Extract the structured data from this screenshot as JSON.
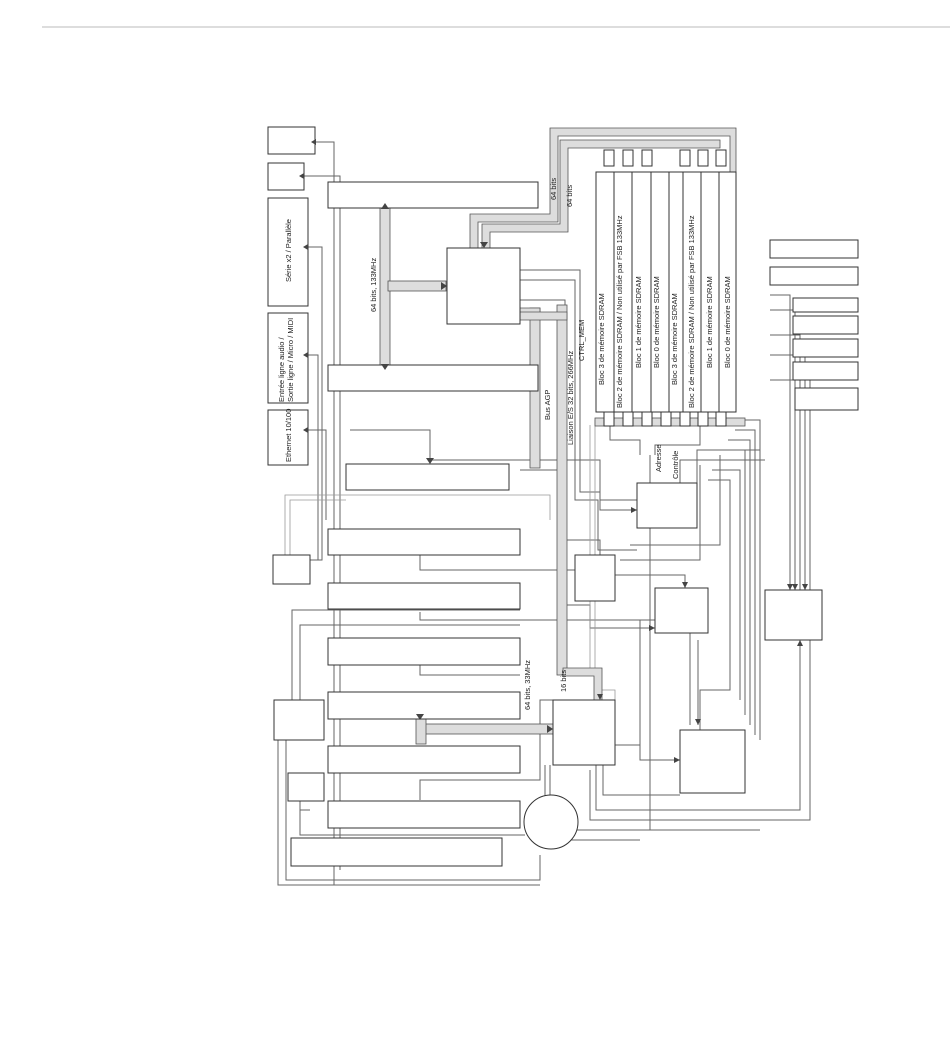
{
  "diagram": {
    "left_labels": {
      "serial_parallel": "Série x2 / Parallèle",
      "audio_line1": "Entrée ligne audio /",
      "audio_line2": "Sortie ligne / Micro / MIDI",
      "ethernet": "Ethernet 10/100"
    },
    "bus_labels": {
      "bits64_a": "64 bits",
      "bits64_b": "64 bits",
      "fsb": "64 bits, 133MHz",
      "agp": "Bus AGP",
      "io_link": "Liaison E/S 32 bits, 266MHz",
      "ctrl_mem": "CTRL_MEM",
      "address": "Adresse",
      "command": "Contrôle",
      "pci": "64 bits, 33MHz",
      "bits16": "16 bits"
    },
    "memory_banks": [
      "Bloc 3 de mémoire SDRAM",
      "Bloc 2 de mémoire SDRAM / Non utilisé par FSB 133MHz",
      "Bloc 1 de mémoire SDRAM",
      "Bloc 0 de mémoire SDRAM",
      "Bloc 3 de mémoire SDRAM",
      "Bloc 2 de mémoire SDRAM / Non utilisé par FSB 133MHz",
      "Bloc 1 de mémoire SDRAM",
      "Bloc 0 de mémoire SDRAM"
    ]
  }
}
